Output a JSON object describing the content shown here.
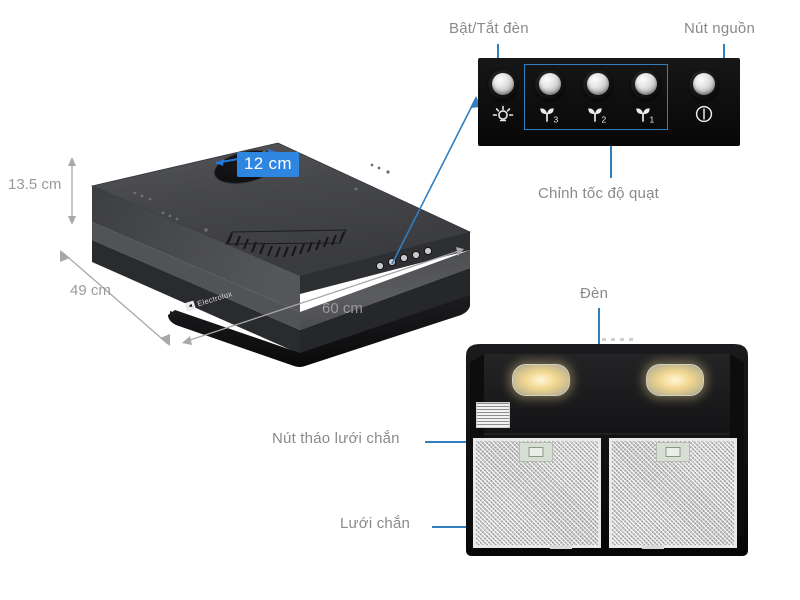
{
  "figure": {
    "title": "Electrolux range hood feature callouts",
    "accent_blue": "#2f7fc1",
    "badge_blue": "#2f86e0",
    "label_gray": "#8a8a8a"
  },
  "dimensions": {
    "height": "13.5 cm",
    "depth": "49 cm",
    "width": "60 cm",
    "duct_outlet": "12 cm"
  },
  "brand": {
    "logo_text": "Electrolux"
  },
  "control_panel": {
    "light_label": "Bật/Tắt đèn",
    "power_label": "Nút nguồn",
    "fan_speed_label": "Chỉnh tốc độ quạt",
    "buttons": [
      {
        "name": "light",
        "icon": "light-bulb-icon",
        "icon_text": ""
      },
      {
        "name": "fan-speed-3",
        "icon": "fan-icon",
        "icon_text": "3"
      },
      {
        "name": "fan-speed-2",
        "icon": "fan-icon",
        "icon_text": "2"
      },
      {
        "name": "fan-speed-1",
        "icon": "fan-icon",
        "icon_text": "1"
      },
      {
        "name": "power",
        "icon": "power-icon",
        "icon_text": ""
      }
    ]
  },
  "underside": {
    "lamp_label": "Đèn",
    "filter_release_label": "Nút tháo lưới chắn",
    "filter_label": "Lưới chắn"
  }
}
